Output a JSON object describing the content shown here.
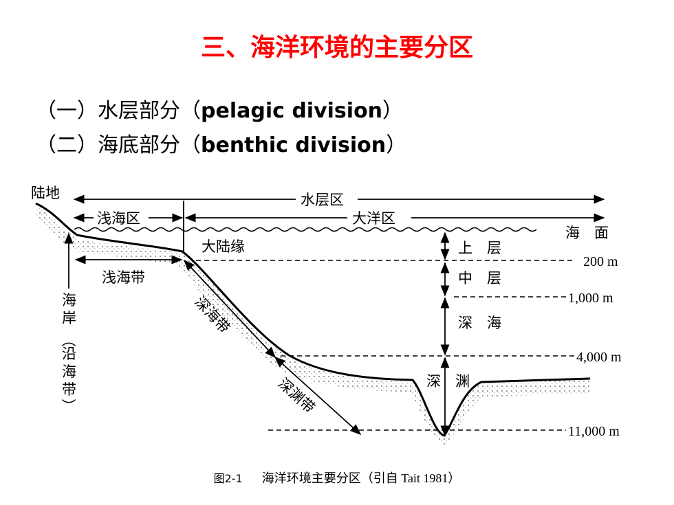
{
  "title": "三、海洋环境的主要分区",
  "subtitles": {
    "pelagic_zh_open": "（一）水层部分（",
    "pelagic_en": "pelagic division",
    "pelagic_zh_close": "）",
    "benthic_zh_open": "（二）海底部分（",
    "benthic_en": "benthic division",
    "benthic_zh_close": "）"
  },
  "diagram": {
    "land": "陆地",
    "pelagic_zone": "水层区",
    "neritic_zone": "浅海区",
    "oceanic_zone": "大洋区",
    "sea_surface": "海　面",
    "continental_margin": "大陆缘",
    "sublittoral": "浅海带",
    "bathyal": "深海带",
    "abyssal": "深渊带",
    "littoral_vertical": [
      "海",
      "岸",
      "（",
      "沿",
      "海",
      "带",
      "）"
    ],
    "layers": {
      "epipelagic": "上　层",
      "mesopelagic": "中　层",
      "bathypelagic": "深　海",
      "hadal": "深　渊"
    },
    "depths": {
      "d200": "200 m",
      "d1000": "1,000 m",
      "d4000": "4,000 m",
      "d11000": "11,000 m"
    }
  },
  "caption": {
    "figure_number": "图2-1",
    "text": "海洋环境主要分区（引自 Tait 1981）"
  }
}
